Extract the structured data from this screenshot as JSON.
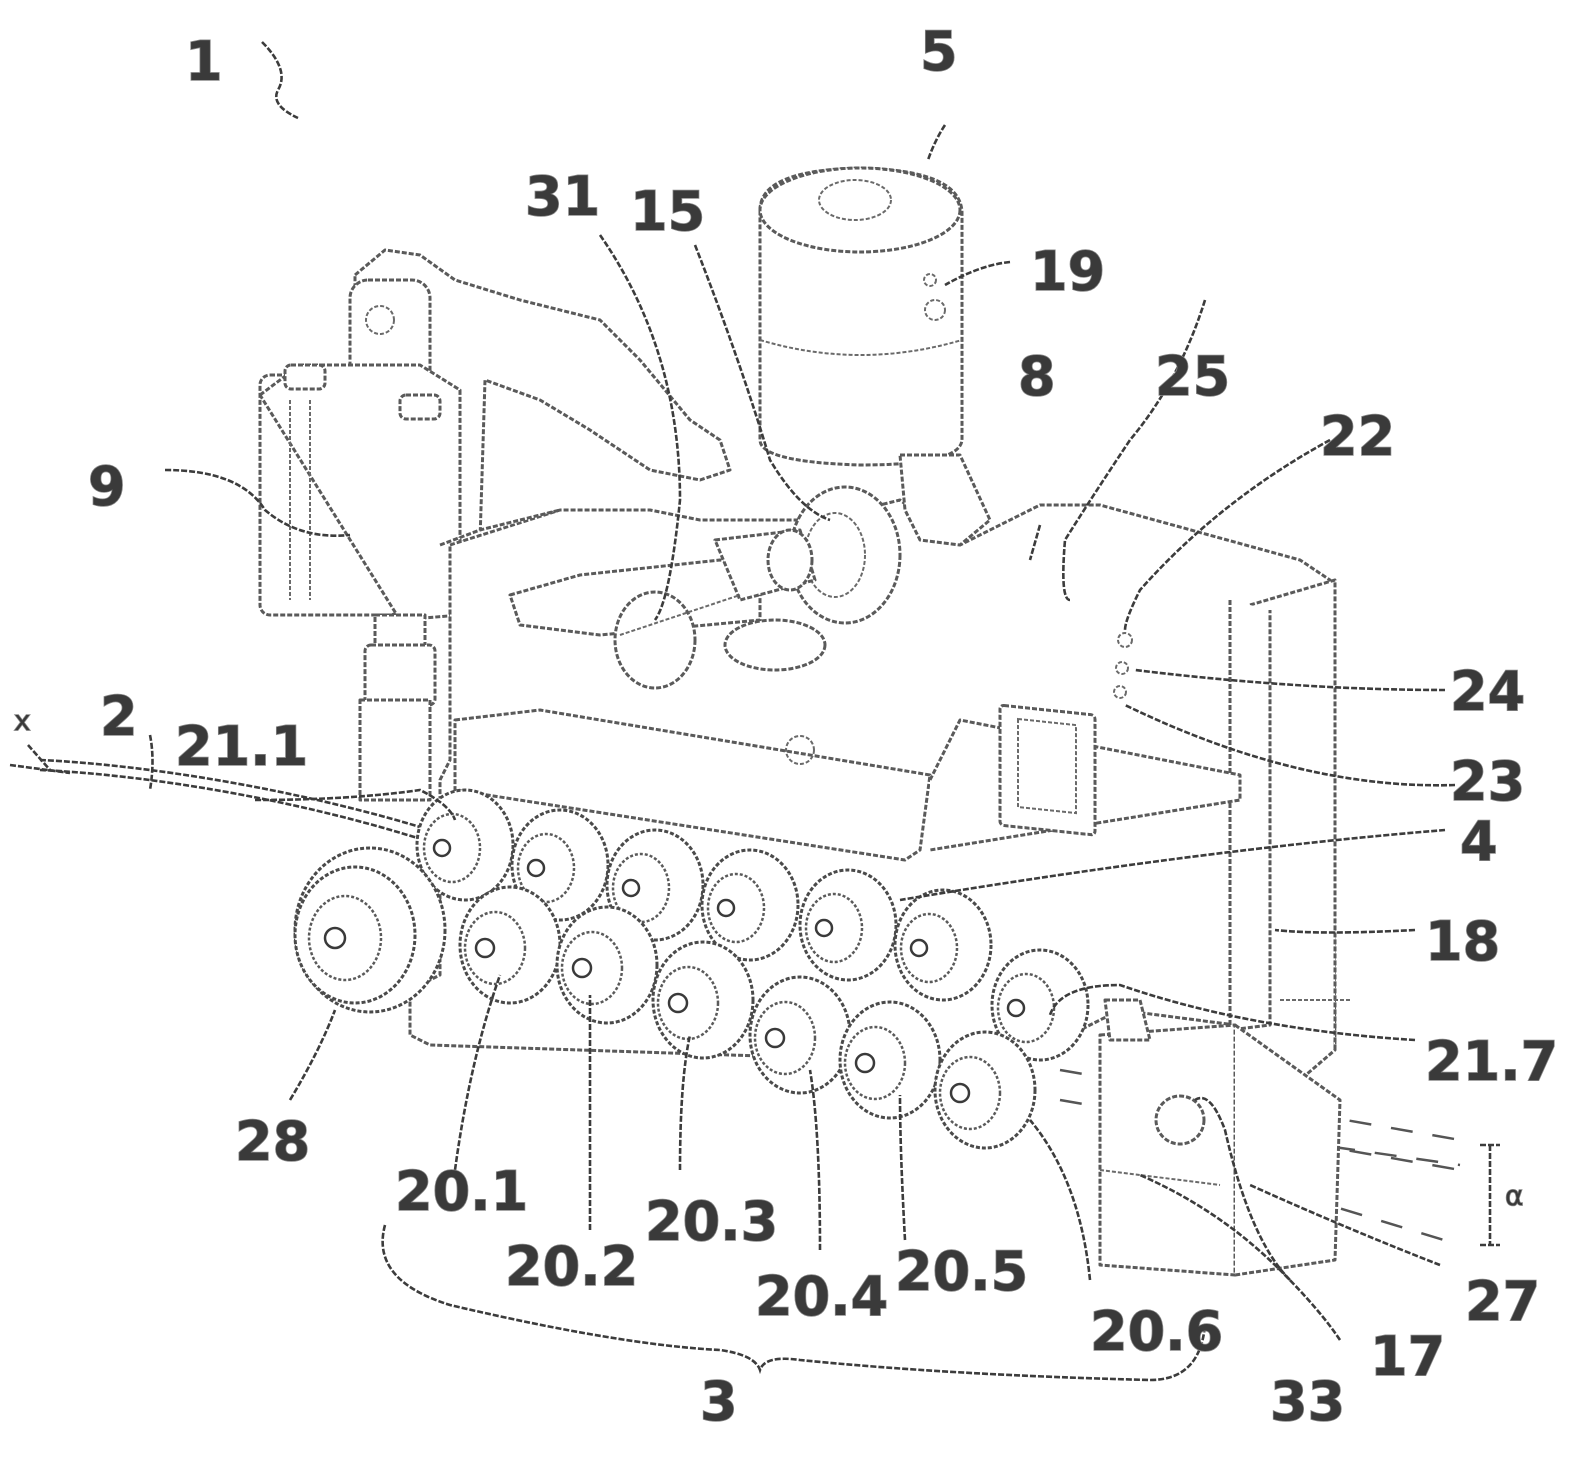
{
  "labels": {
    "l1": "1",
    "l5": "5",
    "l31": "31",
    "l15": "15",
    "l19": "19",
    "l8": "8",
    "l25": "25",
    "l22": "22",
    "l9": "9",
    "l24": "24",
    "l23": "23",
    "lx": "x",
    "l2": "2",
    "l21_1": "21.1",
    "l4": "4",
    "l18": "18",
    "l21_7": "21.7",
    "l28": "28",
    "l20_1": "20.1",
    "l20_2": "20.2",
    "l20_3": "20.3",
    "l20_4": "20.4",
    "l20_5": "20.5",
    "l20_6": "20.6",
    "l3": "3",
    "l33": "33",
    "l17": "17",
    "l27": "27",
    "lalpha": "α"
  }
}
